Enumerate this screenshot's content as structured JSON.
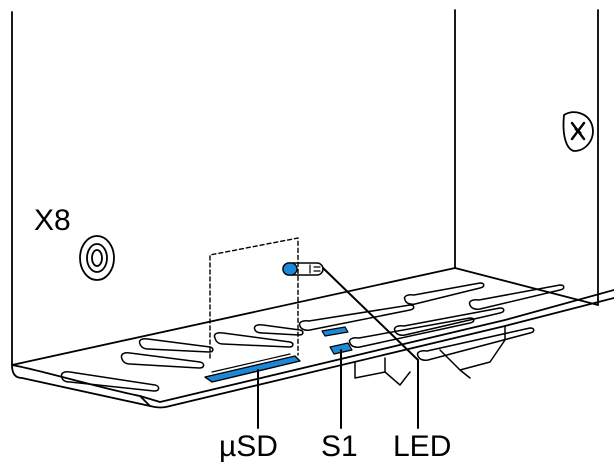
{
  "labels": {
    "x8": "X8",
    "usd": "µSD",
    "s1": "S1",
    "led": "LED"
  },
  "colors": {
    "outline": "#000000",
    "highlight": "#1e88d8",
    "background": "#ffffff"
  },
  "icons": [
    "screw-icon"
  ]
}
